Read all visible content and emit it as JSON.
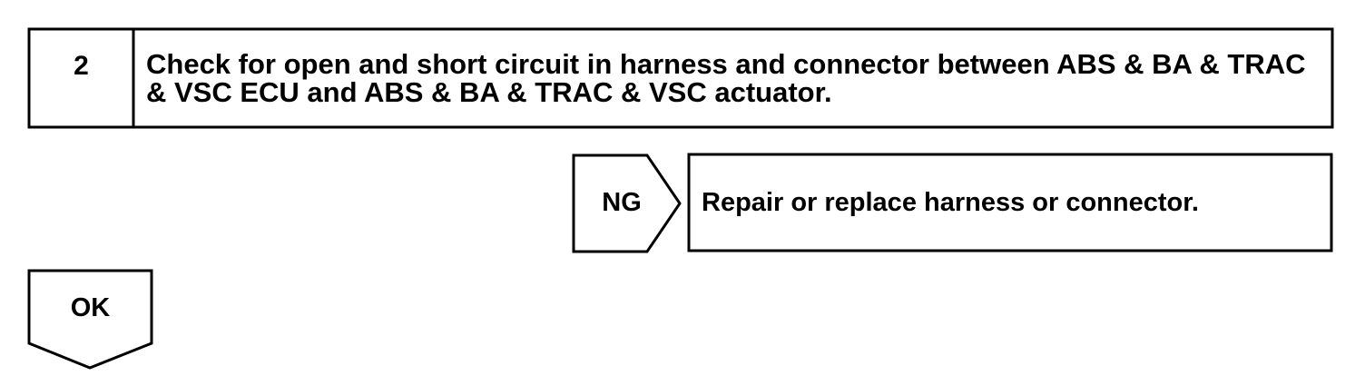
{
  "step": {
    "number": "2",
    "title": "Check for open and short circuit in harness and connector between ABS & BA & TRAC & VSC ECU and ABS & BA & TRAC & VSC actuator."
  },
  "ng_branch": {
    "label": "NG",
    "result": "Repair or replace harness or connector."
  },
  "ok_branch": {
    "label": "OK"
  },
  "colors": {
    "line": "#000000",
    "background": "#ffffff",
    "text": "#000000"
  }
}
